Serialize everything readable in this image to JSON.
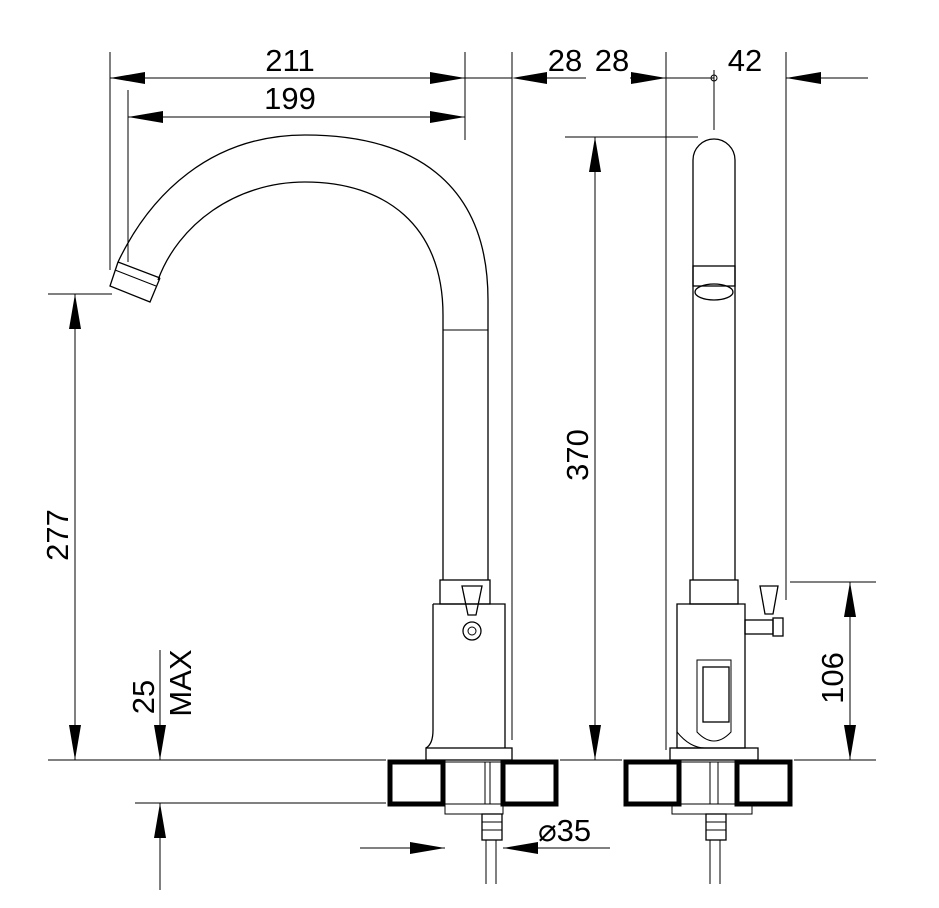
{
  "dimensions": {
    "spout_reach": "211",
    "inner_reach": "199",
    "offset_left": "28",
    "offset_right": "28",
    "side_width": "42",
    "total_height": "370",
    "spout_height": "277",
    "body_height": "106",
    "deck_thickness_value": "25",
    "deck_thickness_note": "MAX",
    "hole_diameter": "⌀35"
  }
}
